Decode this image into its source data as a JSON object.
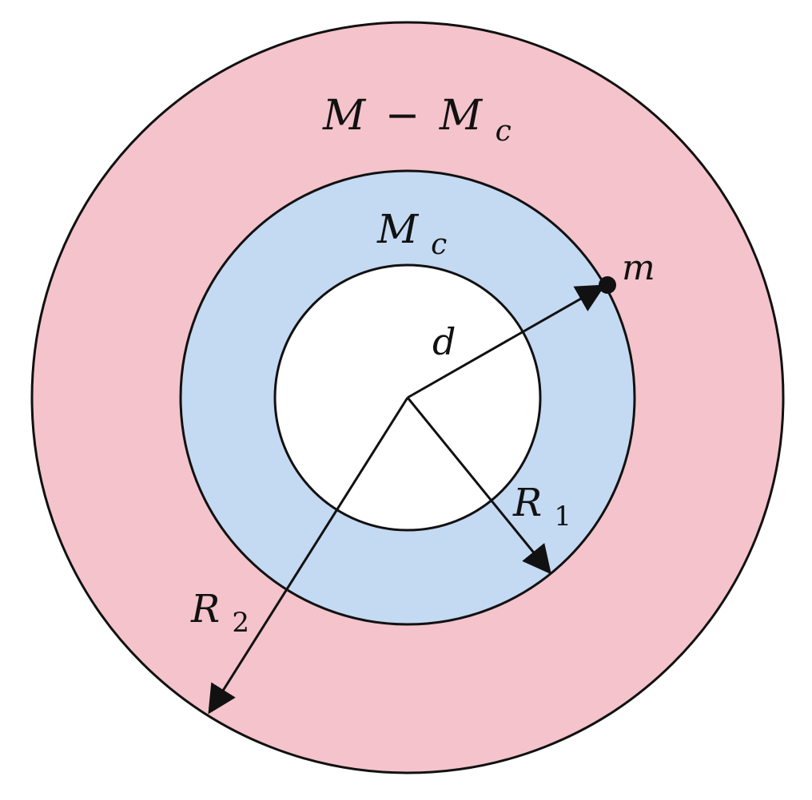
{
  "colors": {
    "outer_shell": "#f4c3cb",
    "inner_shell": "#c4d9f2",
    "core": "#ffffff",
    "stroke": "#111111"
  },
  "labels": {
    "outer_mass": {
      "main": "M",
      "op": "−",
      "main2": "M",
      "sub": "c"
    },
    "inner_mass": {
      "main": "M",
      "sub": "c"
    },
    "test_mass": "m",
    "distance": "d",
    "r1": {
      "main": "R",
      "sub": "1"
    },
    "r2": {
      "main": "R",
      "sub": "2"
    }
  }
}
